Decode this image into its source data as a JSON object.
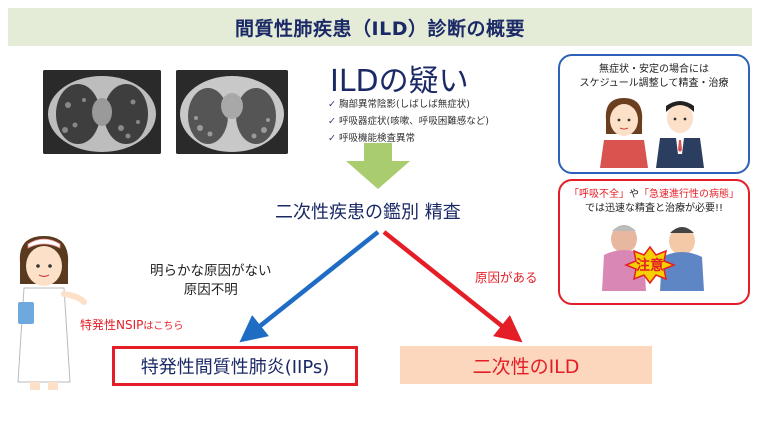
{
  "header": {
    "title": "間質性肺疾患（ILD）診断の概要"
  },
  "suspicion": {
    "title": "ILDの疑い",
    "symptoms": [
      "胸部異常陰影(しばしば無症状)",
      "呼吸器症状(咳嗽、呼吸困難感など)",
      "呼吸機能検査異常"
    ]
  },
  "differential": {
    "title": "二次性疾患の鑑別 精査"
  },
  "branch_left": {
    "line1": "明らかな原因がない",
    "line2": "原因不明"
  },
  "branch_right": {
    "label": "原因がある"
  },
  "nsip_link": {
    "text": "特発性NSIP",
    "suffix": "はこちら"
  },
  "result_iips": {
    "label": "特発性間質性肺炎(IIPs)"
  },
  "result_secondary": {
    "label": "二次性のILD"
  },
  "panel_stable": {
    "line1": "無症状・安定の場合には",
    "line2": "スケジュール調整して精査・治療"
  },
  "panel_urgent": {
    "q1": "「呼吸不全」",
    "mid": "や",
    "q2": "「急速進行性の病態」",
    "line2": "では迅速な精査と治療が必要!!",
    "badge": "注意"
  },
  "colors": {
    "navy": "#1b2a66",
    "red": "#e41e26",
    "blue": "#1f6cc4",
    "green": "#a9cc6e",
    "title_bg": "#e4ecd8",
    "secondary_bg": "#fcd7bd"
  }
}
